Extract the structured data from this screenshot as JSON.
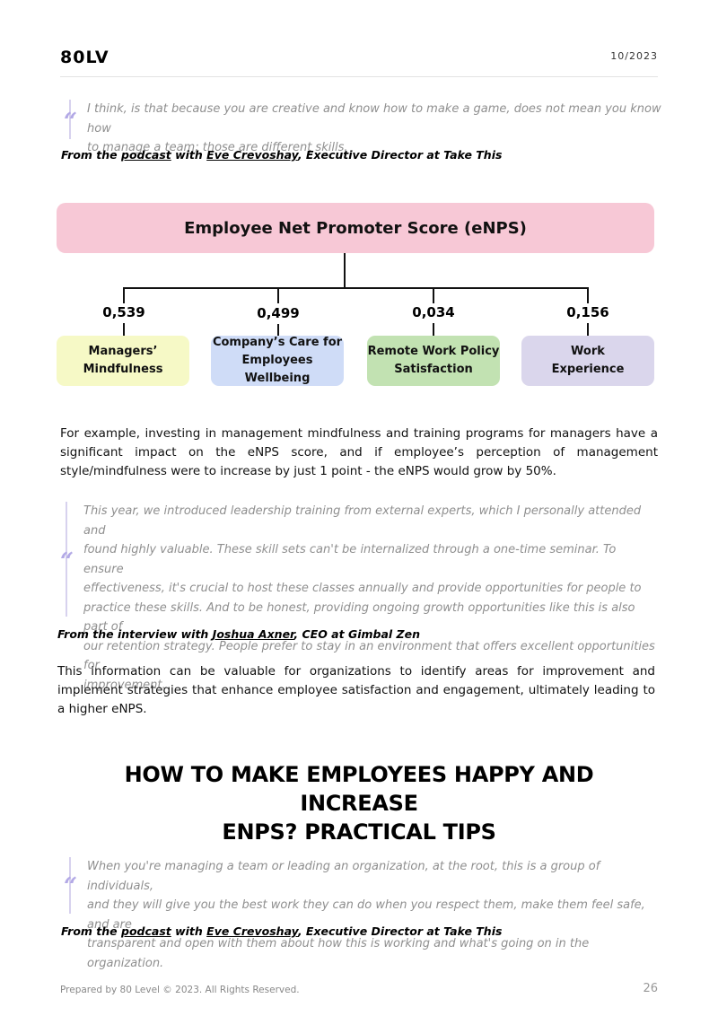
{
  "header": {
    "logo": "80LV",
    "date": "10/2023"
  },
  "quote1": {
    "mark": "“",
    "lines": [
      "I think, is that because you are creative and know how to make a game, does not mean you know how",
      "to manage a team; those are different skills."
    ],
    "attribution": {
      "pre": "From the ",
      "link1": "podcast",
      "mid": " with ",
      "link2": "Eve Crevoshay",
      "post": ", Executive Director at Take This"
    }
  },
  "diagram": {
    "title": "Employee Net Promoter Score (eNPS)",
    "items": [
      {
        "value": "0,539",
        "line1": "Managers’",
        "line2": "Mindfulness",
        "color": "#f6f9c6"
      },
      {
        "value": "0,499",
        "line1": "Company’s Care for",
        "line2": "Employees Wellbeing",
        "color": "#cfdcf7"
      },
      {
        "value": "0,034",
        "line1": "Remote Work Policy",
        "line2": "Satisfaction",
        "color": "#c2e2b2"
      },
      {
        "value": "0,156",
        "line1": "Work",
        "line2": "Experience",
        "color": "#dad6ec"
      }
    ],
    "header_color": "#f7c8d6"
  },
  "para1": "For example, investing in management mindfulness and training programs for managers have a significant impact on the eNPS score, and if employee’s perception of management style/mindfulness were to increase by just 1 point - the eNPS would grow by 50%.",
  "quote2": {
    "mark": "“",
    "lines": [
      "This year, we introduced leadership training from external experts, which I personally attended and",
      "found highly valuable. These skill sets can't be internalized through a one-time seminar. To ensure",
      "effectiveness, it's crucial to host these classes annually and provide opportunities for people to",
      "practice these skills. And to be honest, providing ongoing growth opportunities like this is also part of",
      "our retention strategy.  People prefer to stay in an environment that offers excellent opportunities for",
      "improvement."
    ],
    "attribution": {
      "pre": "From the interview with ",
      "link1": "Joshua Axner",
      "post": ", CEO at Gimbal Zen"
    }
  },
  "para2": "This information can be valuable for organizations to identify areas for improvement and implement strategies that enhance employee satisfaction and engagement, ultimately leading to a higher eNPS.",
  "section_heading": {
    "line1": "HOW TO MAKE EMPLOYEES HAPPY AND INCREASE",
    "line2": "ENPS? PRACTICAL TIPS"
  },
  "quote3": {
    "mark": "“",
    "lines": [
      "When you're managing a team or leading an organization, at the root, this is a group of individuals,",
      "and they will give you the best work they can do when you respect them, make them feel safe, and are",
      "transparent and open with them about how this is working and what's going on in the organization."
    ],
    "attribution": {
      "pre": "From the ",
      "link1": "podcast",
      "mid": " with ",
      "link2": "Eve Crevoshay",
      "post": ", Executive Director at Take This"
    }
  },
  "footer": {
    "text": "Prepared by 80 Level © 2023. All Rights Reserved.",
    "page": "26"
  }
}
